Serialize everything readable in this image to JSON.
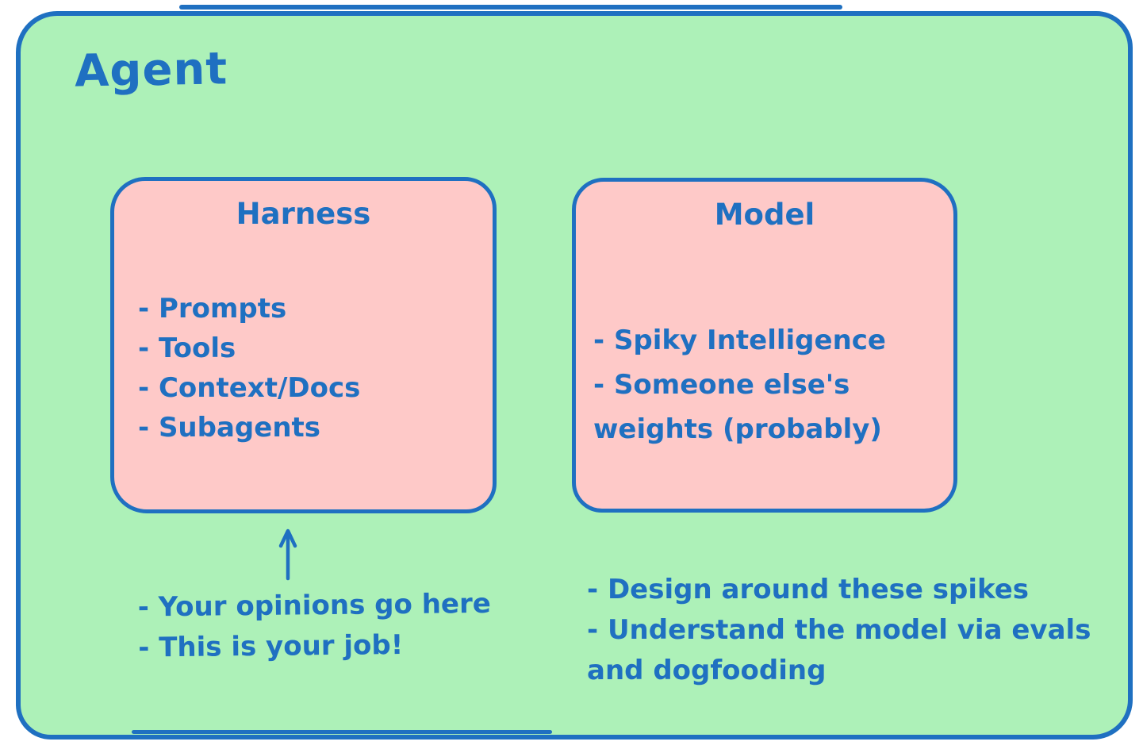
{
  "colors": {
    "background": "#ffffff",
    "agent_fill": "#adf1b8",
    "box_fill": "#fec9c8",
    "stroke": "#1f70c1"
  },
  "agent": {
    "title": "Agent"
  },
  "harness": {
    "title": "Harness",
    "items": [
      "- Prompts",
      "- Tools",
      "- Context/Docs",
      "- Subagents"
    ]
  },
  "model": {
    "title": "Model",
    "items": [
      "- Spiky Intelligence",
      "- Someone else's weights (probably)"
    ]
  },
  "harness_notes": {
    "items": [
      "- Your opinions go here",
      "- This is your job!"
    ]
  },
  "model_notes": {
    "items": [
      "- Design around these spikes",
      "- Understand the model via evals and dogfooding"
    ]
  }
}
